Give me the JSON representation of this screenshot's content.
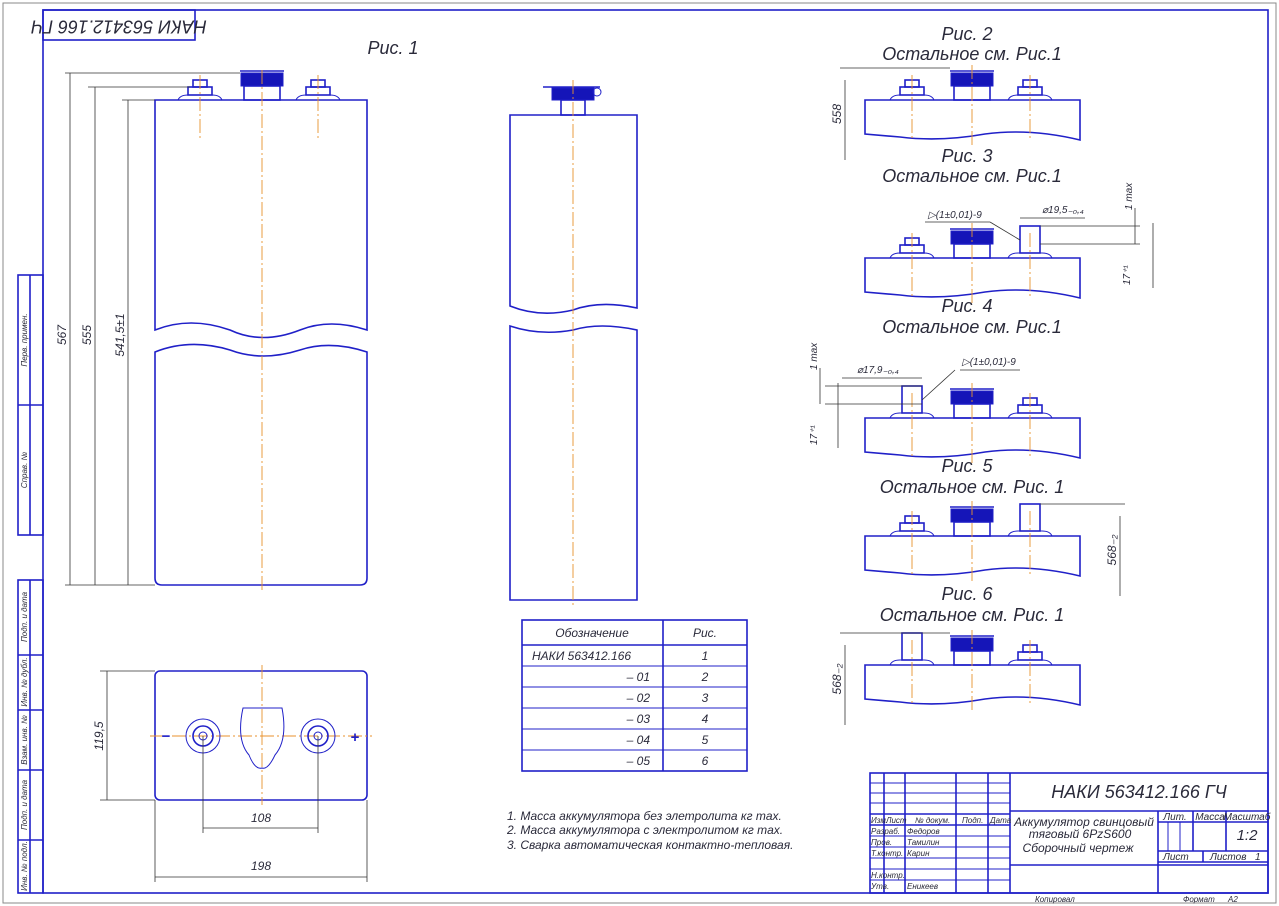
{
  "stamp_inverted": "НАКИ 563412.166 ГЧ",
  "left_strip": [
    "Перв. примен.",
    "Справ. №",
    "Подп. и дата",
    "Инв. № дубл.",
    "Взам. инв. №",
    "Подп. и дата",
    "Инв. № подл."
  ],
  "fig1": {
    "title": "Рис. 1",
    "dims": {
      "total": "567",
      "mid": "555",
      "body": "541,5±1",
      "depth": "119,5",
      "terminal_spacing": "108",
      "width": "198"
    },
    "polarity": {
      "negative": "−",
      "positive": "+"
    }
  },
  "figs": [
    {
      "title": "Рис. 2",
      "subtitle": "Остальное см. Рис.1",
      "dim": "558"
    },
    {
      "title": "Рис. 3",
      "subtitle": "Остальное см. Рис.1",
      "diameter": "⌀19,5₋₀,₄",
      "weld": "▷(1±0,01)-9",
      "max": "1 max",
      "height": "17⁺¹"
    },
    {
      "title": "Рис. 4",
      "subtitle": "Остальное см. Рис.1",
      "diameter": "⌀17,9₋₀,₄",
      "weld": "▷(1±0,01)-9",
      "max": "1 max",
      "height": "17⁺¹"
    },
    {
      "title": "Рис. 5",
      "subtitle": "Остальное см. Рис. 1",
      "dim": "568₋₂"
    },
    {
      "title": "Рис. 6",
      "subtitle": "Остальное см. Рис. 1",
      "dim": "568₋₂"
    }
  ],
  "table": {
    "headers": [
      "Обозначение",
      "Рис."
    ],
    "rows": [
      [
        "НАКИ 563412.166",
        "1"
      ],
      [
        "– 01",
        "2"
      ],
      [
        "– 02",
        "3"
      ],
      [
        "– 03",
        "4"
      ],
      [
        "– 04",
        "5"
      ],
      [
        "– 05",
        "6"
      ]
    ]
  },
  "notes": [
    "1. Масса аккумулятора без элетролита  кг max.",
    "2. Масса аккумулятора с электролитом кг max.",
    "3. Сварка автоматическая контактно-тепловая."
  ],
  "title_block": {
    "designation": "НАКИ 563412.166 ГЧ",
    "name_lines": [
      "Аккумулятор свинцовый",
      "тяговый 6PzS600",
      "Сборочный чертеж"
    ],
    "col_headers": [
      "Изм.",
      "Лист",
      "№ докум.",
      "Подп.",
      "Дата"
    ],
    "roles": [
      {
        "role": "Разраб.",
        "name": "Федоров"
      },
      {
        "role": "Пров.",
        "name": "Тамилин"
      },
      {
        "role": "Т.контр.",
        "name": "Карин"
      },
      {
        "role": "Н.контр.",
        "name": ""
      },
      {
        "role": "Утв.",
        "name": "Еникеев"
      }
    ],
    "lit_label": "Лит.",
    "mass_label": "Масса",
    "scale_label": "Масштаб",
    "scale": "1:2",
    "sheet_label": "Лист",
    "sheets_label": "Листов",
    "sheets": "1",
    "copied": "Копировал",
    "format_label": "Формат",
    "format": "A2"
  }
}
